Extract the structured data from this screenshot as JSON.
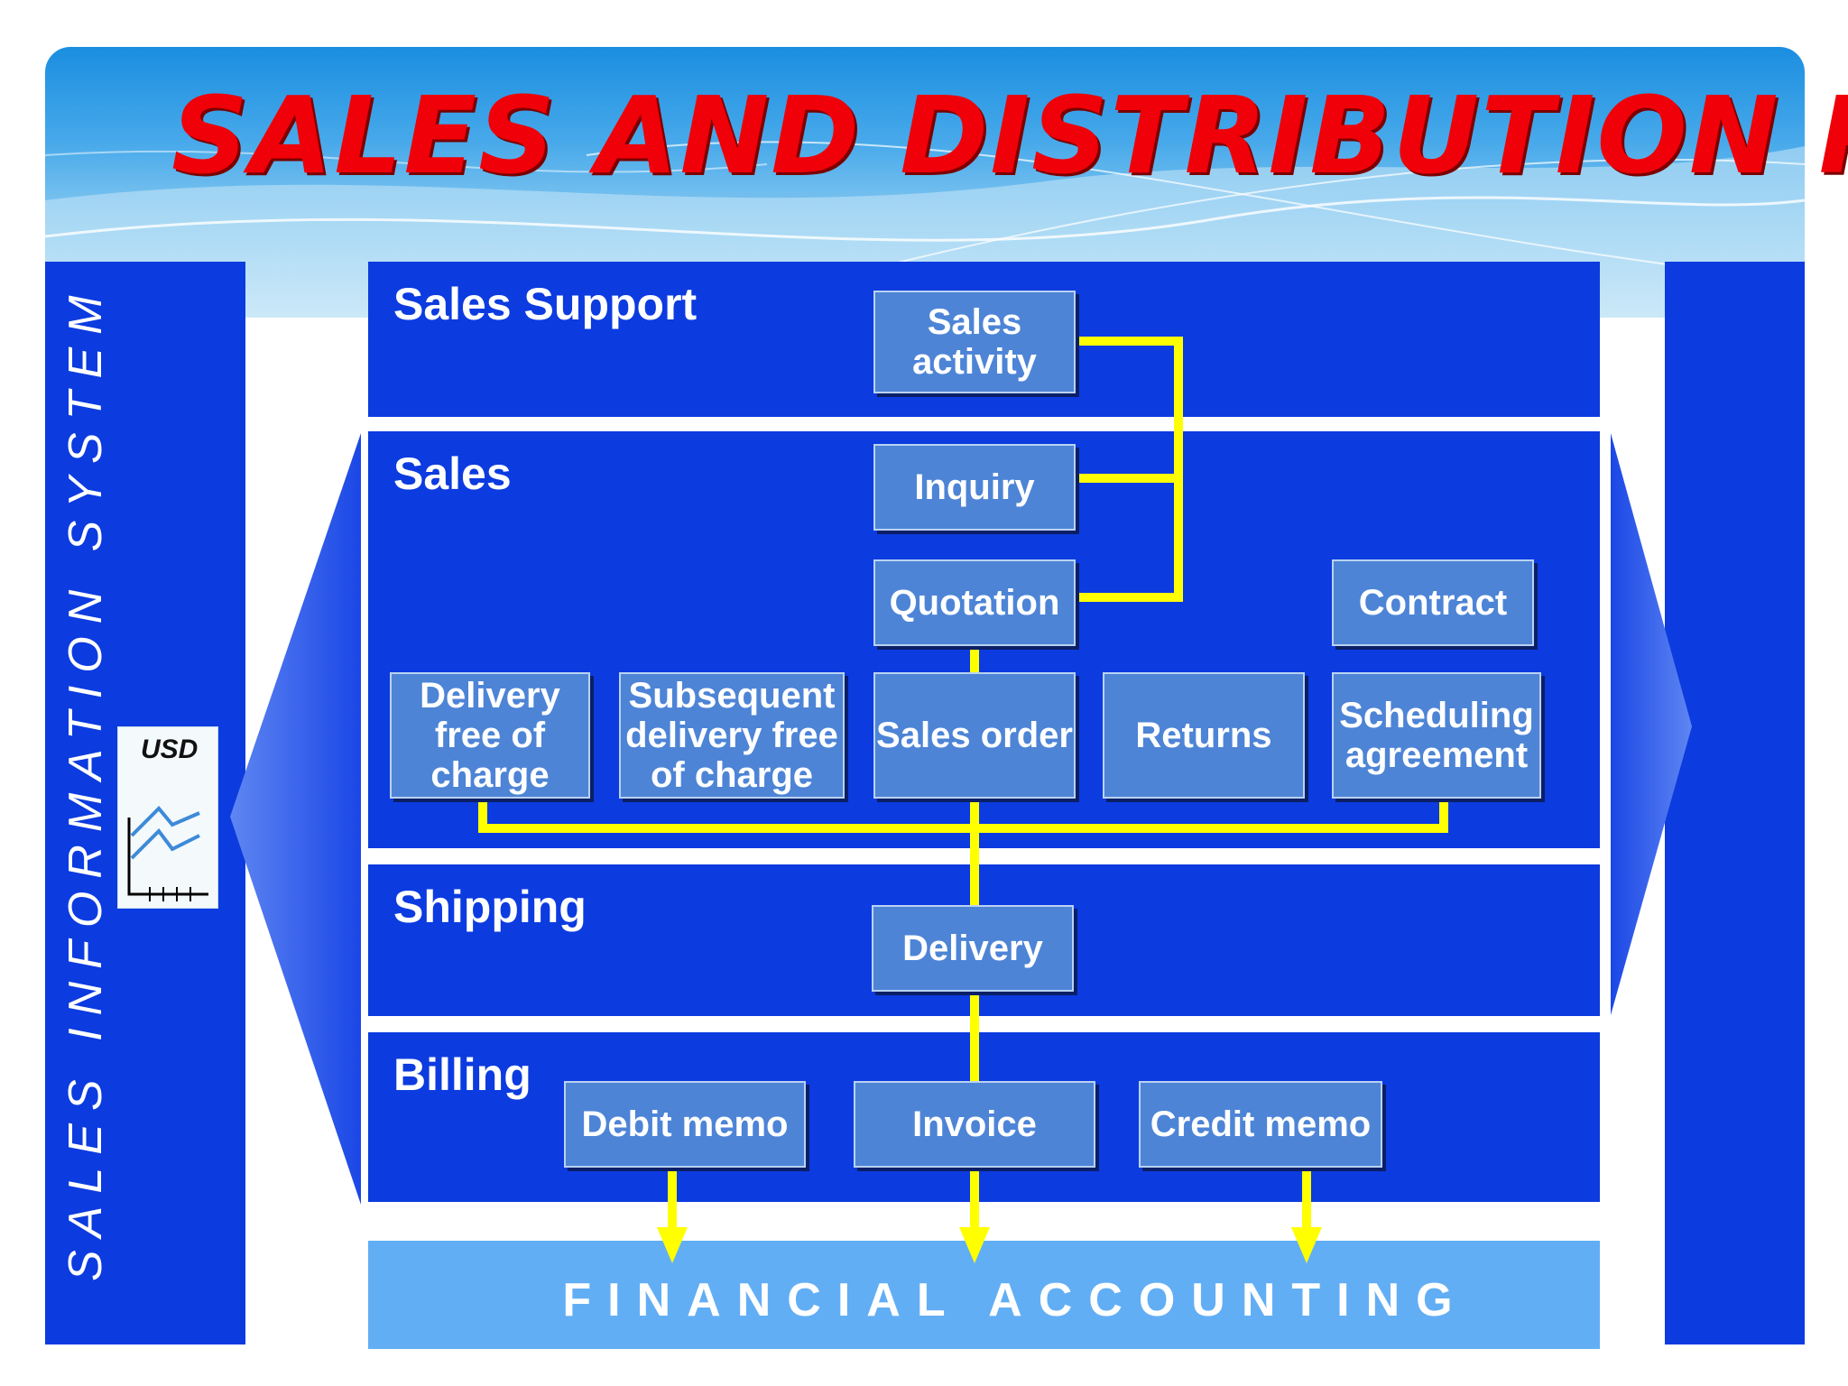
{
  "title": "SALES AND DISTRIBUTION PROCESSING",
  "sidebar": {
    "vertical_label": "SALES INFORMATION SYSTEM",
    "usd_label": "USD"
  },
  "panels": {
    "sales_support": "Sales Support",
    "sales": "Sales",
    "shipping": "Shipping",
    "billing": "Billing",
    "financial_accounting": "FINANCIAL ACCOUNTING"
  },
  "boxes": {
    "sales_activity": "Sales activity",
    "inquiry": "Inquiry",
    "quotation": "Quotation",
    "contract": "Contract",
    "delivery_free_of_charge": "Delivery free of charge",
    "subsequent_delivery": "Subsequent delivery free of charge",
    "sales_order": "Sales order",
    "returns": "Returns",
    "scheduling_agreement": "Scheduling agreement",
    "delivery": "Delivery",
    "debit_memo": "Debit memo",
    "invoice": "Invoice",
    "credit_memo": "Credit memo"
  },
  "colors": {
    "panel": "#0c3be0",
    "box": "#4d84d6",
    "connector": "#ffff00",
    "title": "#f00008",
    "accounting": "#62aef5"
  }
}
